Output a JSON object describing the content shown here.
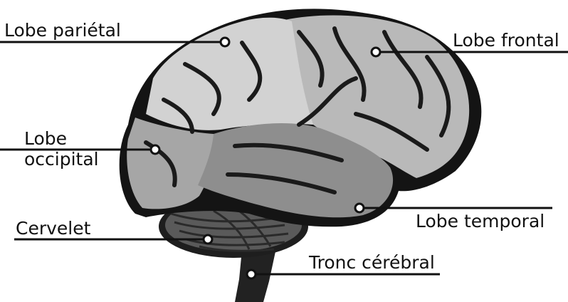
{
  "labels": {
    "parietal": "Lobe pariétal",
    "frontal": "Lobe frontal",
    "occipital": [
      "Lobe",
      "occipital"
    ],
    "cervelet": "Cervelet",
    "temporal": "Lobe temporal",
    "tronc": "Tronc cérébral"
  },
  "colors": {
    "outline": "#111111",
    "frontal": "#b9b9b9",
    "parietal": "#d2d2d2",
    "temporal": "#8e8e8e",
    "occipital": "#a6a6a6",
    "cerebellum": "#555555",
    "brainstem": "#222222",
    "marker_fill": "#ffffff"
  }
}
